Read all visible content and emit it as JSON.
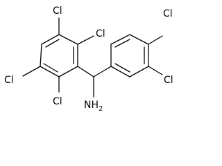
{
  "molecule": {
    "atom_labels": {
      "cl_top_left": "Cl",
      "cl_top_mid": "Cl",
      "cl_left": "Cl",
      "cl_bottom_left": "Cl",
      "cl_top_right": "Cl",
      "cl_right": "Cl",
      "amine": "NH",
      "amine_subscript": "2"
    },
    "colors": {
      "bond": "#000000",
      "text": "#000000",
      "background": "#ffffff"
    }
  }
}
